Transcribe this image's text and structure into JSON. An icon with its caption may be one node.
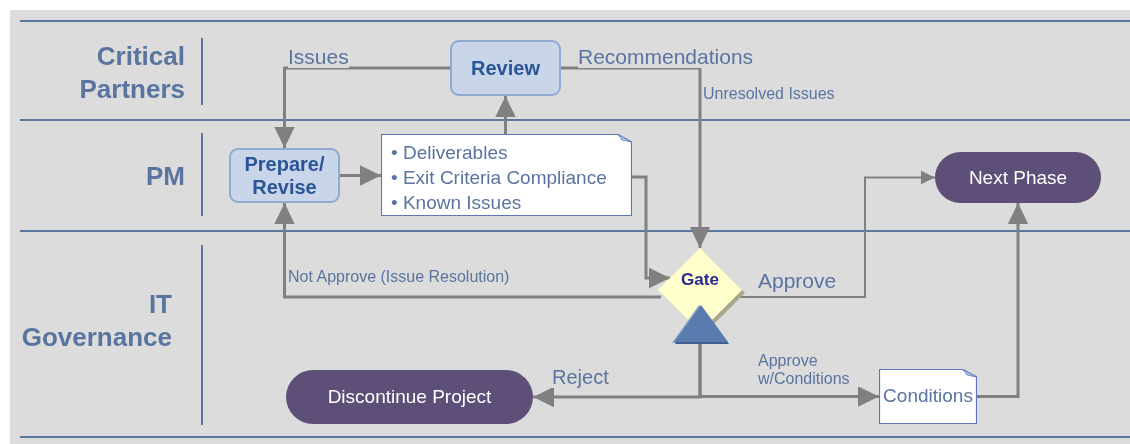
{
  "diagram": {
    "nodes": [
      {
        "text": [
          "Review"
        ]
      },
      {
        "text": [
          "Prepare/ Revise"
        ]
      },
      {
        "text": [
          "• Deliverables",
          "• Exit Criteria Compliance",
          "• Known Issues"
        ]
      },
      {
        "text": [
          "Gate"
        ]
      },
      {
        "text": [
          "Next Phase"
        ]
      },
      {
        "text": [
          "Discontinue Project"
        ]
      },
      {
        "text": [
          "Conditions"
        ]
      }
    ],
    "edges": [
      {
        "from": 0,
        "to": 1,
        "arrow": "to",
        "label": "Issues"
      },
      {
        "from": 1,
        "to": 2,
        "arrow": "to"
      },
      {
        "from": 2,
        "to": 0,
        "arrow": "to"
      },
      {
        "from": 0,
        "to": 3,
        "arrow": "to",
        "label": "Recommendations"
      },
      {
        "from": 2,
        "to": 3,
        "arrow": "to"
      },
      {
        "from": 3,
        "to": 1,
        "arrow": "to",
        "label": "Not Approve (Issue Resolution)"
      },
      {
        "from": 3,
        "to": 4,
        "arrow": "to",
        "label": "Approve"
      },
      {
        "from": 3,
        "to": 5,
        "arrow": "to",
        "label": "Reject"
      },
      {
        "from": 3,
        "to": 6,
        "arrow": "to",
        "label": "Approve w/Conditions"
      },
      {
        "from": 6,
        "to": 4,
        "arrow": "to"
      }
    ],
    "labels": [
      "Critical Partners",
      "Unresolved Issues",
      "PM",
      "IT Governance"
    ]
  }
}
